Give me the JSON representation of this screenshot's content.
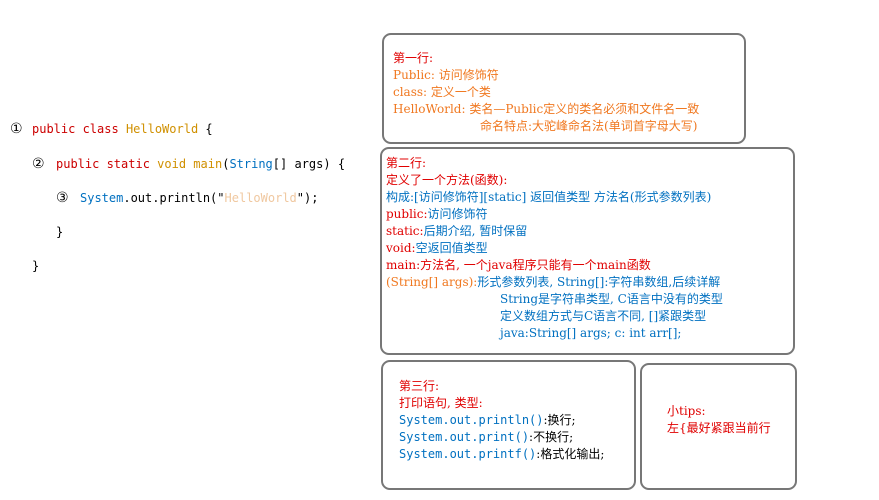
{
  "code": {
    "markers": [
      "①",
      "②",
      "③"
    ],
    "line1": {
      "kw": "public class",
      "name": "HelloWorld",
      "brace": "{"
    },
    "line2": {
      "kw": "public static",
      "void": "void",
      "name": "main",
      "paren_open": "(",
      "param_type": "String",
      "param_rest": "[] args",
      "paren_close": ")",
      "brace": "{"
    },
    "line3": {
      "sys": "System",
      "rest": ".out.println(\"",
      "str": "HelloWorld",
      "end": "\");"
    },
    "close_inner": "}",
    "close_outer": "}"
  },
  "box1": {
    "title": "第一行:",
    "l1_key": "Public:",
    "l1_val": "访问修饰符",
    "l2_key": "class:",
    "l2_val": "定义一个类",
    "l3_key": "HelloWorld:",
    "l3_val": "类名—Public定义的类名必须和文件名一致",
    "l4": "命名特点:大驼峰命名法(单词首字母大写)"
  },
  "box2": {
    "title": "第二行:",
    "subtitle": "定义了一个方法(函数):",
    "line_form": "构成:[访问修饰符][static] 返回值类型 方法名(形式参数列表)",
    "public_key": "public:",
    "public_val": "访问修饰符",
    "static_key": "static:",
    "static_val": "后期介绍, 暂时保留",
    "void_key": "void:",
    "void_val": "空返回值类型",
    "main_key": "main:",
    "main_val": "方法名, 一个java程序只能有一个main函数",
    "args_key": "(String[] args):",
    "args_val": "形式参数列表, String[]:字符串数组,后续详解",
    "args_l2": "String是字符串类型, C语言中没有的类型",
    "args_l3": "定义数组方式与C语言不同, []紧跟类型",
    "args_l4": "java:String[] args; c: int arr[];"
  },
  "box3": {
    "title": "第三行:",
    "subtitle": "打印语句, 类型:",
    "l1_code": "System.out.println()",
    "l1_desc": ":换行;",
    "l2_code": "System.out.print()",
    "l2_desc": ":不换行;",
    "l3_code": "System.out.printf()",
    "l3_desc": ":格式化输出;"
  },
  "box4": {
    "title": "小tips:",
    "tip": "左{最好紧跟当前行"
  },
  "colors": {
    "red": "#e00000",
    "orange": "#f07820",
    "blue": "#0070c0",
    "code_keyword": "#cc0000",
    "code_class": "#d09000",
    "border": "#777777"
  }
}
